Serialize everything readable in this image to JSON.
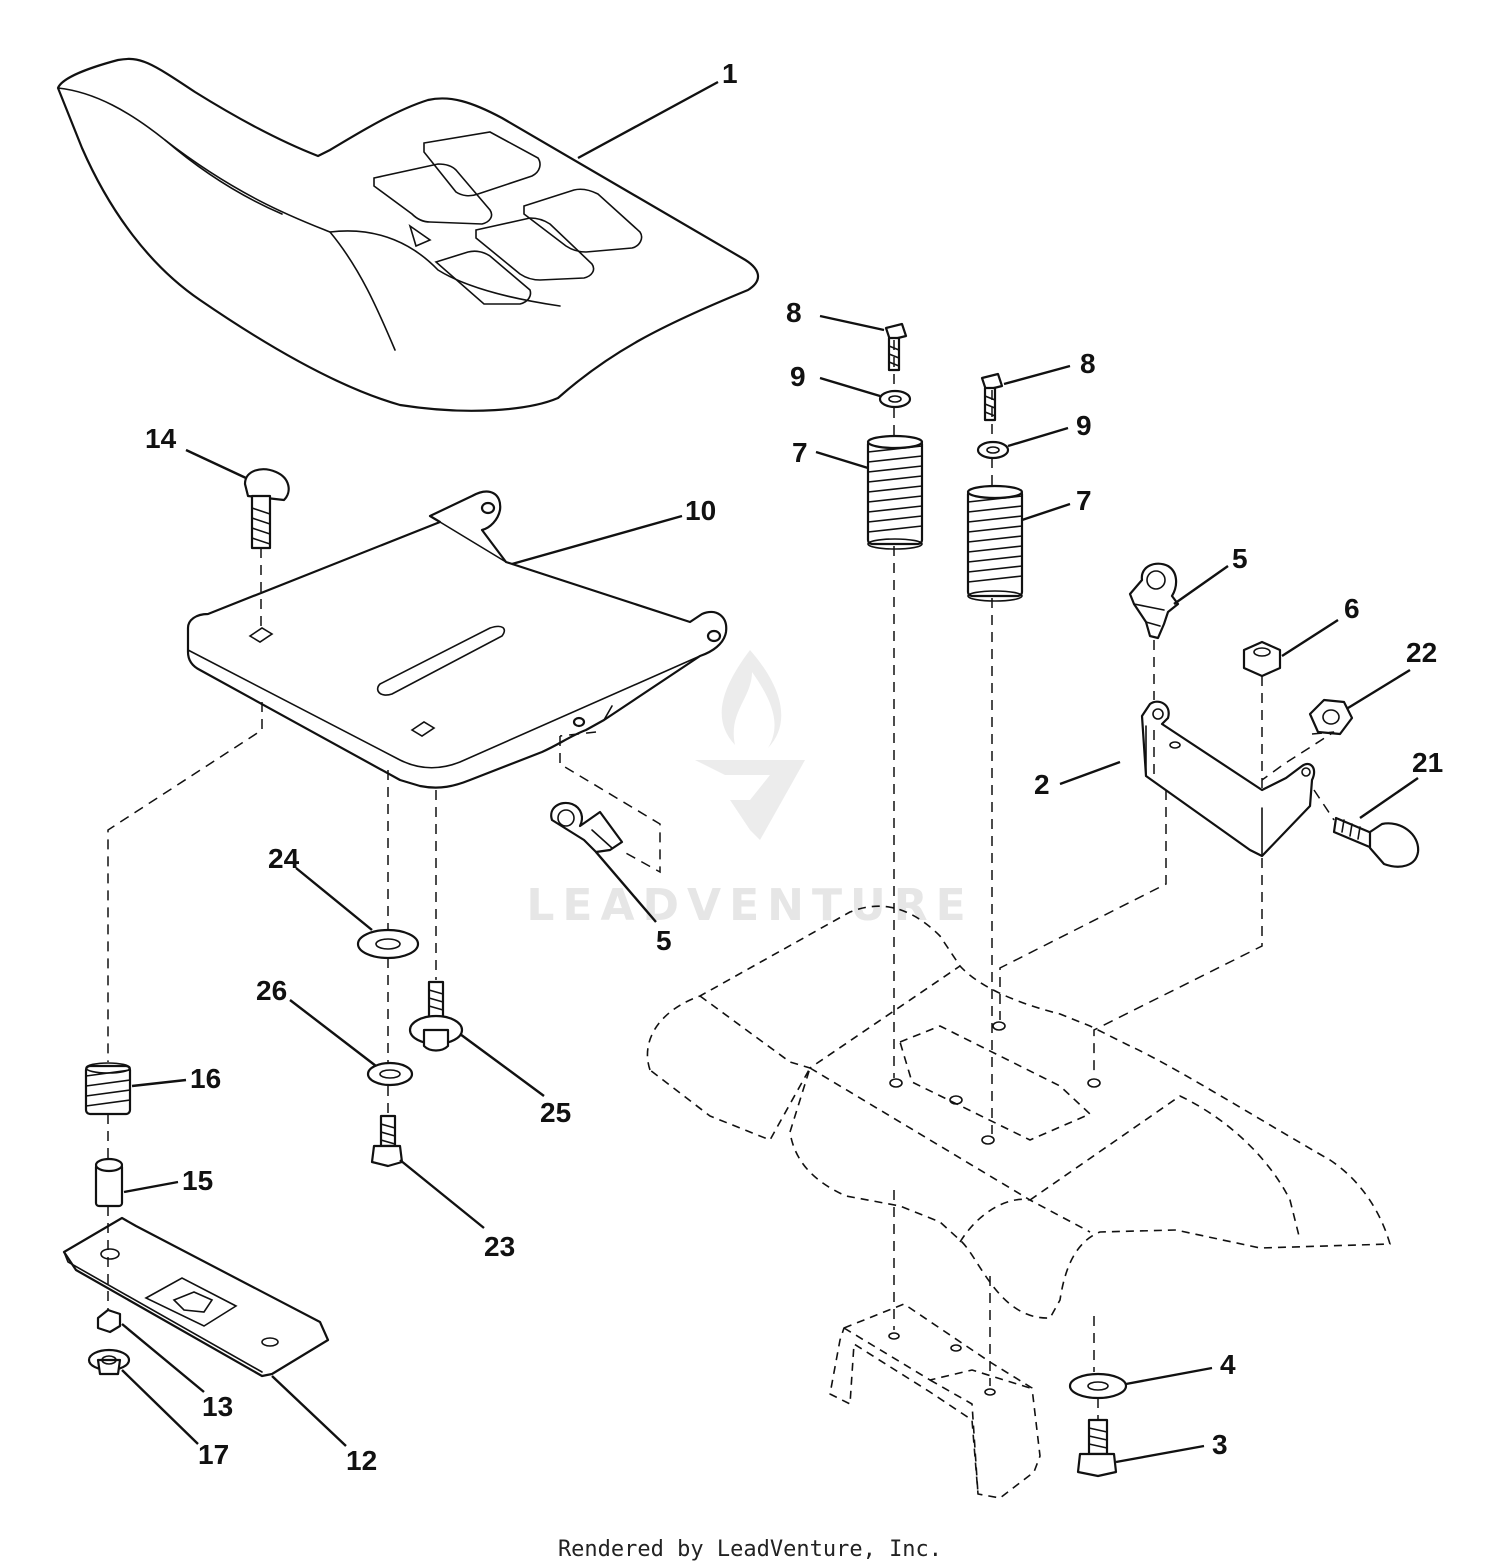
{
  "watermark": {
    "text": "LEADVENTURE"
  },
  "footer": {
    "text": "Rendered by LeadVenture, Inc."
  },
  "callouts": {
    "c1": "1",
    "c2": "2",
    "c3": "3",
    "c4": "4",
    "c5a": "5",
    "c5b": "5",
    "c6": "6",
    "c7a": "7",
    "c7b": "7",
    "c8a": "8",
    "c8b": "8",
    "c9a": "9",
    "c9b": "9",
    "c10": "10",
    "c12": "12",
    "c13": "13",
    "c14": "14",
    "c15": "15",
    "c16": "16",
    "c17": "17",
    "c21": "21",
    "c22": "22",
    "c23": "23",
    "c24": "24",
    "c25": "25",
    "c26": "26"
  }
}
